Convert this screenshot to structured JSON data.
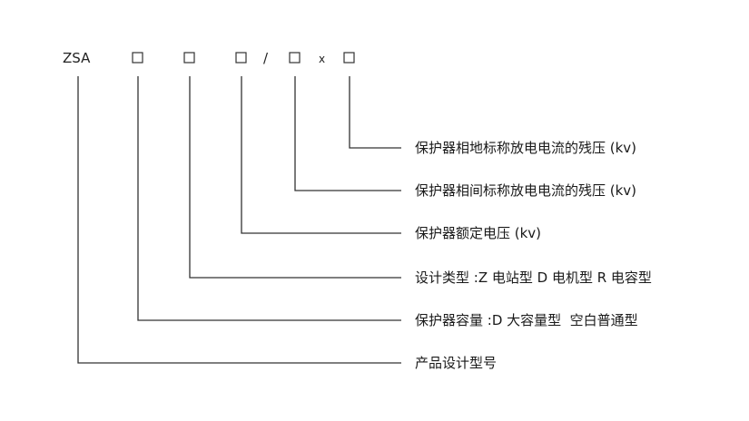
{
  "diagram": {
    "model_prefix": "ZSA",
    "slash": "/",
    "times": "x",
    "labels": {
      "residual_voltage_phase_ground": "保护器相地标称放电电流的残压 (kv)",
      "residual_voltage_phase_phase": "保护器相间标称放电电流的残压 (kv)",
      "rated_voltage": "保护器额定电压 (kv)",
      "design_type": "设计类型 :Z 电站型 D 电机型 R 电容型",
      "capacity": "保护器容量 :D 大容量型  空白普通型",
      "product_design_model": "产品设计型号"
    }
  },
  "colors": {
    "line": "#333333",
    "text": "#1a1a1a"
  }
}
